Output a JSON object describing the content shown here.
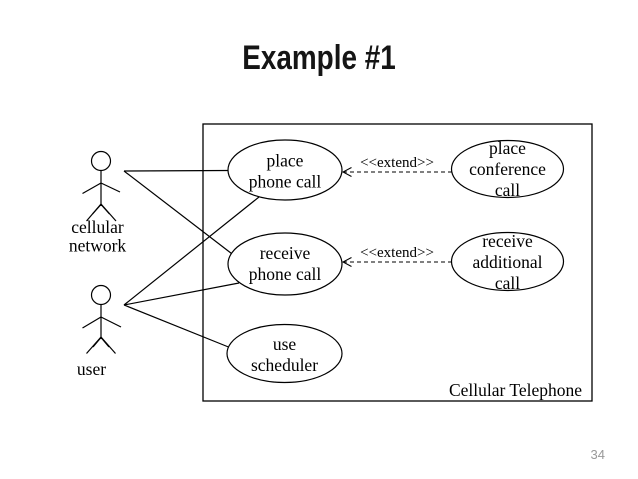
{
  "slide": {
    "title": "Example #1",
    "page_number": "34"
  },
  "diagram": {
    "system_label": "Cellular Telephone",
    "extend_label": "<<extend>>",
    "actors": [
      {
        "id": "cellular-network",
        "label": [
          "cellular",
          "network"
        ]
      },
      {
        "id": "user",
        "label": [
          "user"
        ]
      }
    ],
    "use_cases": [
      {
        "id": "place-phone-call",
        "lines": [
          "place",
          "phone call"
        ]
      },
      {
        "id": "receive-phone-call",
        "lines": [
          "receive",
          "phone call"
        ]
      },
      {
        "id": "use-scheduler",
        "lines": [
          "use",
          "scheduler"
        ]
      },
      {
        "id": "place-conference-call",
        "lines": [
          "place",
          "conference",
          "call"
        ]
      },
      {
        "id": "receive-additional-call",
        "lines": [
          "receive",
          "additional",
          "call"
        ]
      }
    ]
  },
  "colors": {
    "background": "#ffffff",
    "stroke": "#000000",
    "title_text": "#151515",
    "page_number_text": "#999999"
  }
}
